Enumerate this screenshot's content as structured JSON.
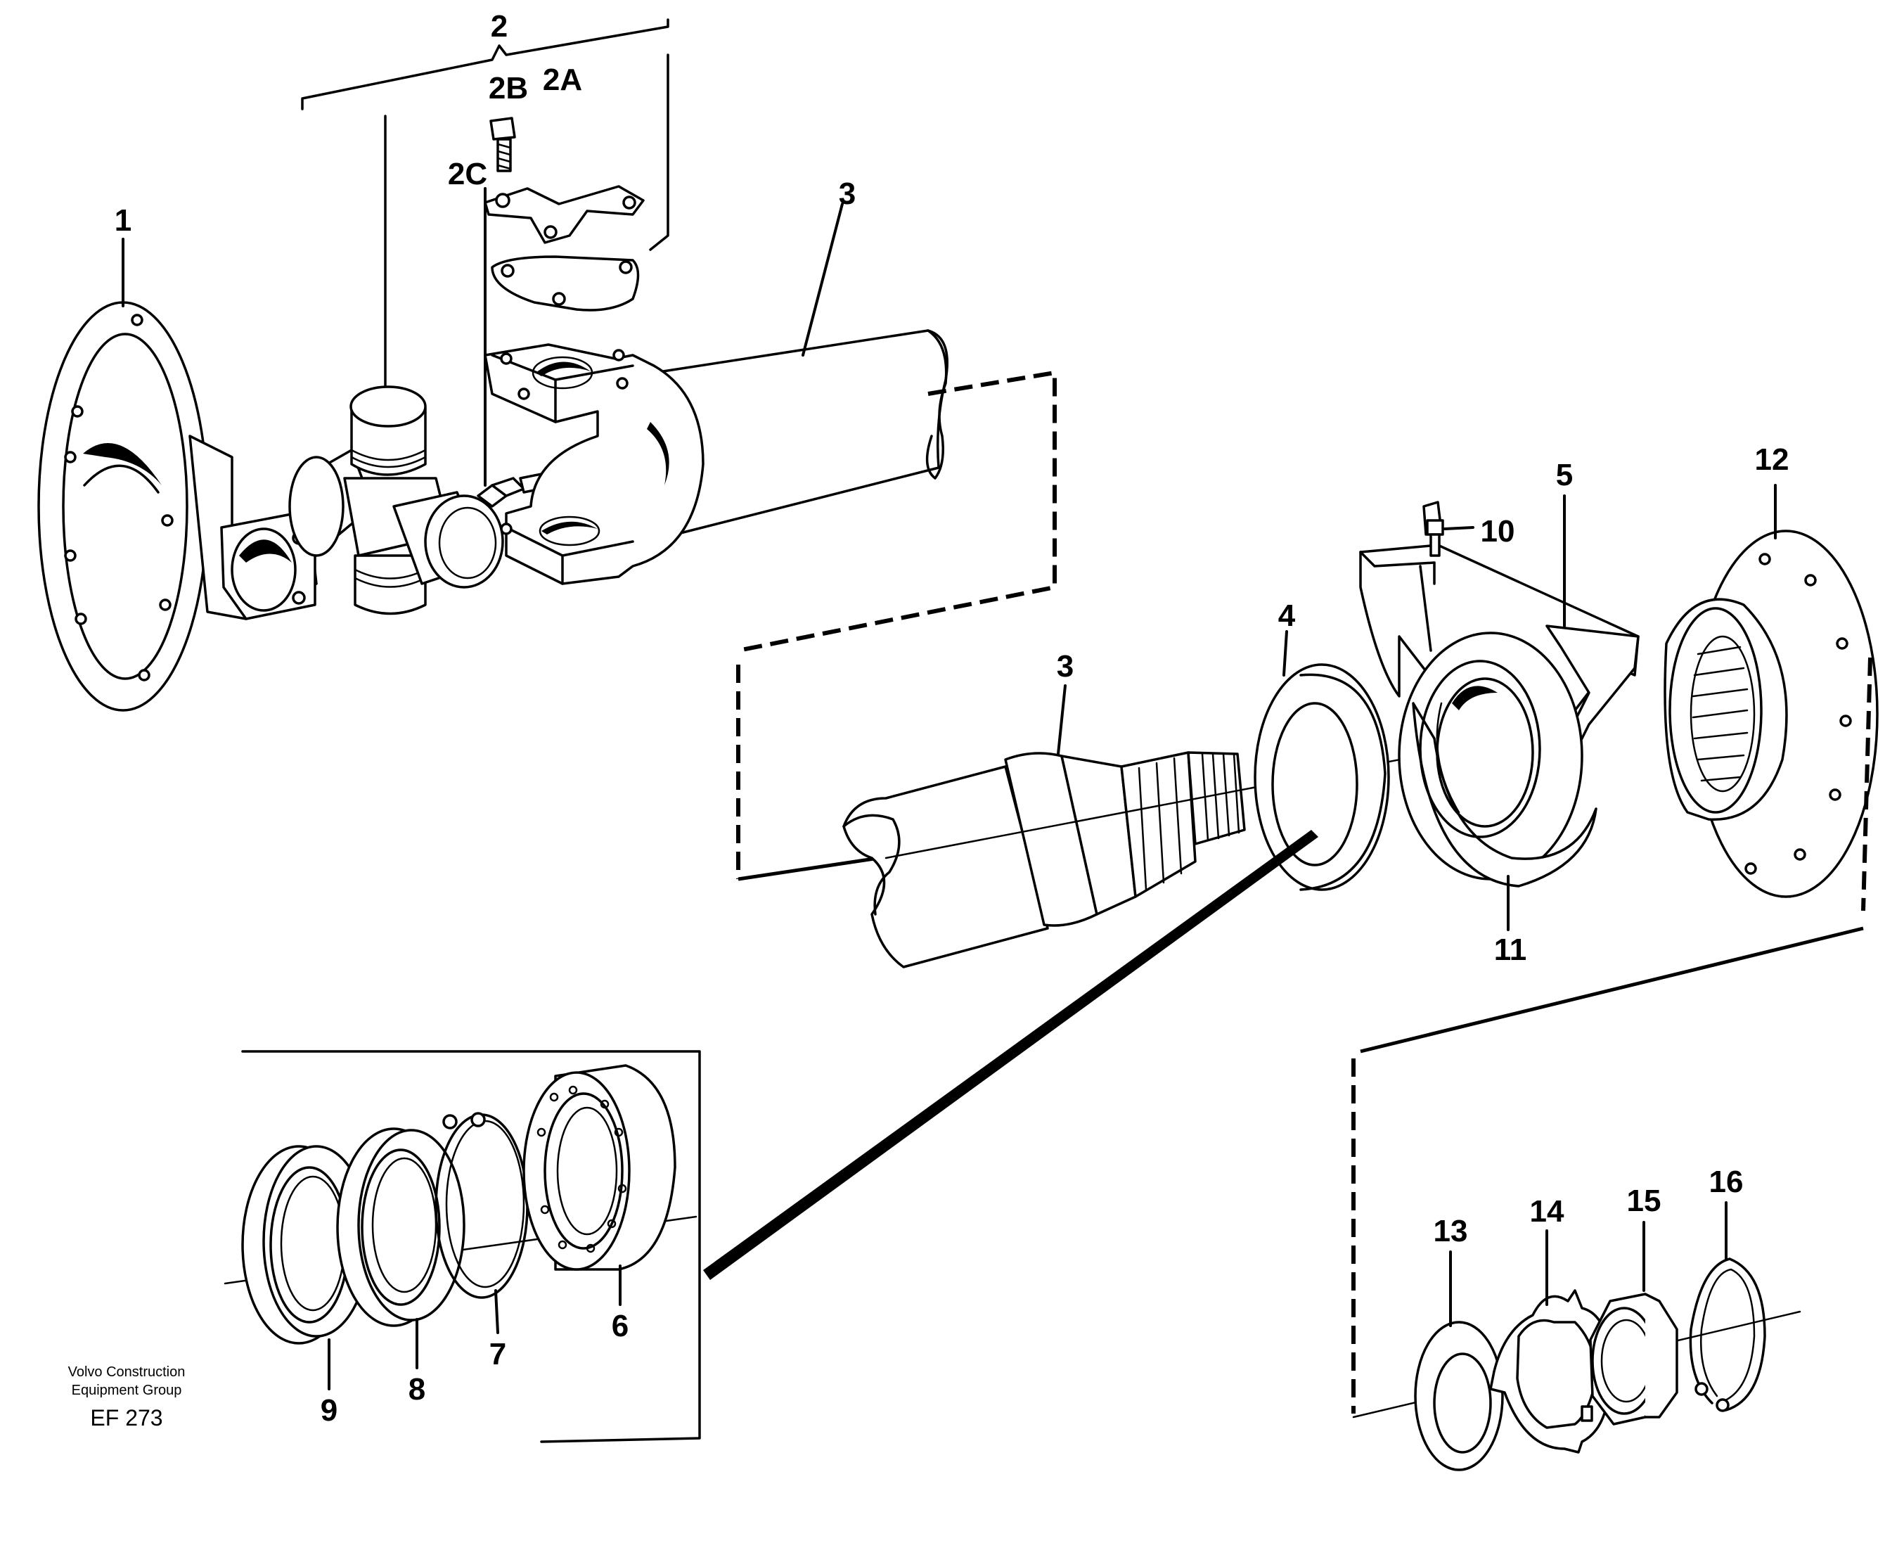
{
  "labels": {
    "l1": "1",
    "l2": "2",
    "l2a": "2A",
    "l2b": "2B",
    "l2c": "2C",
    "l3_top": "3",
    "l3_mid": "3",
    "l4": "4",
    "l5": "5",
    "l6": "6",
    "l7": "7",
    "l8": "8",
    "l9": "9",
    "l10": "10",
    "l11": "11",
    "l12": "12",
    "l13": "13",
    "l14": "14",
    "l15": "15",
    "l16": "16"
  },
  "credit": {
    "line1": "Volvo Construction",
    "line2": "Equipment Group",
    "code": "EF 273"
  }
}
